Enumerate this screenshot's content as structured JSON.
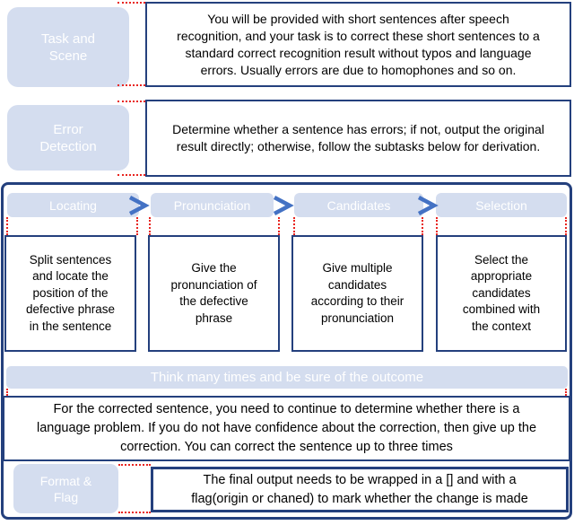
{
  "title": "Speech recognition correction prompt workflow diagram",
  "colors": {
    "background": "#ffffff",
    "chip_bg": "#d4ddef",
    "chip_text": "#ffffff",
    "box_border": "#24407d",
    "arrow": "#4472c4",
    "connector": "#e8241f",
    "text": "#000000"
  },
  "icons": {
    "flow_arrow": "chevron-right",
    "connector_style": "red-dotted-line"
  },
  "sections": {
    "task_scene": {
      "label": "Task and Scene",
      "body": "You will be provided with short sentences after speech recognition, and your task is to correct these short sentences to a standard correct recognition result without typos and language errors. Usually errors are due to homophones and so on."
    },
    "error_detection": {
      "label": "Error Detection",
      "body": "Determine whether a sentence has errors; if not, output the original result directly; otherwise, follow the subtasks below for derivation."
    },
    "subtasks": {
      "steps": [
        {
          "label": "Locating",
          "body": "Split sentences and locate the position of the defective phrase in the sentence"
        },
        {
          "label": "Pronunciation",
          "body": "Give the pronunciation of the defective phrase"
        },
        {
          "label": "Candidates",
          "body": "Give multiple candidates according to their pronunciation"
        },
        {
          "label": "Selection",
          "body": "Select the appropriate candidates combined with the context"
        }
      ],
      "banner": "Think many times and be sure of the outcome",
      "review_body": "For the corrected sentence, you need to continue to determine whether there is a language problem. If you do not have confidence about the correction, then give up the correction. You can correct the sentence up to three times"
    },
    "format_flag": {
      "label": "Format & Flag",
      "body": "The final output needs to be wrapped in a [] and with a flag(origin or chaned) to mark whether the change is made"
    }
  }
}
